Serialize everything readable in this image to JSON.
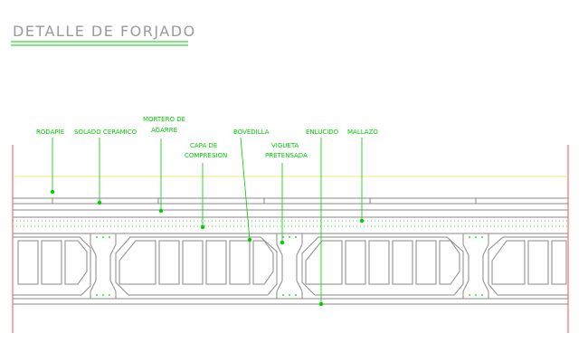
{
  "title": "DETALLE DE FORJADO",
  "labels": {
    "rodapie": "RODAPIE",
    "solado": "SOLADO CERAMICO",
    "mortero_1": "MORTERO DE",
    "mortero_2": "AGARRE",
    "capa_1": "CAPA DE",
    "capa_2": "COMPRESION",
    "bovedilla": "BOVEDILLA",
    "vigueta_1": "VIGUETA",
    "vigueta_2": "PRETENSADA",
    "enlucido": "ENLUCIDO",
    "mallazo": "MALLAZO"
  },
  "colors": {
    "title": "#9a9a9a",
    "label": "#00cc00",
    "structure": "#8a8a8a",
    "boundary": "#ff4d4d",
    "finish_line": "#e8e87a",
    "rebar_dots": "#00cc00"
  }
}
